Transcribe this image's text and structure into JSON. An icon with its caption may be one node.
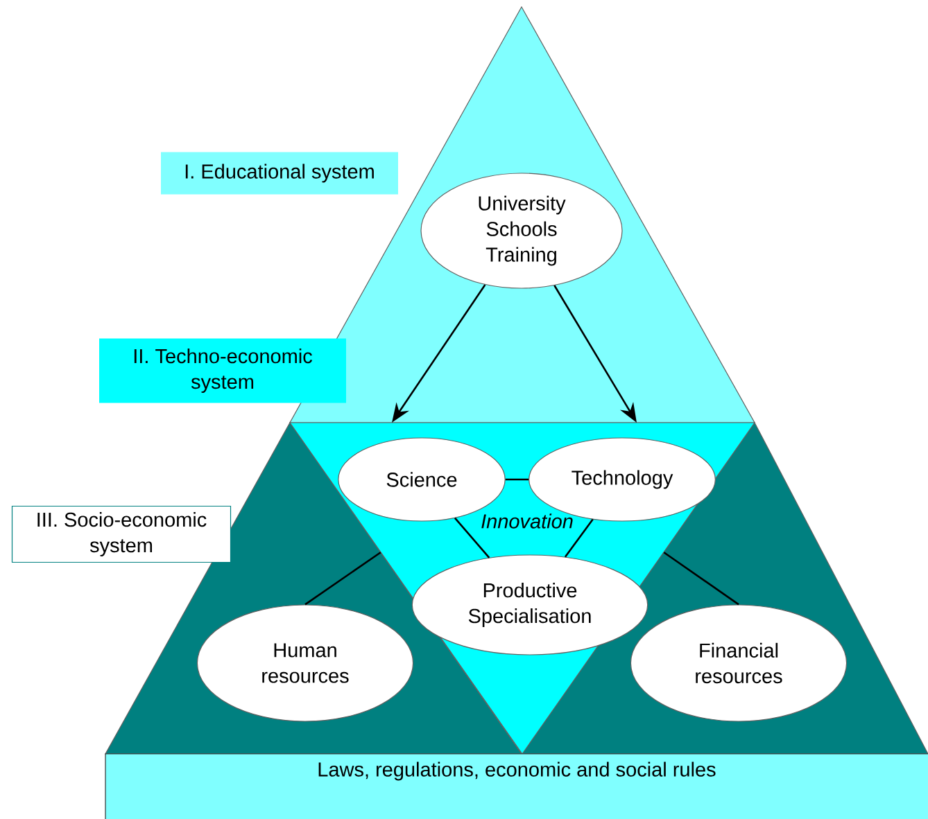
{
  "diagram": {
    "nodes": [
      {
        "text": [
          "I. Educational system"
        ]
      },
      {
        "text": [
          "University Schools Training"
        ]
      },
      {
        "text": [
          "II.  Techno-economic system"
        ]
      },
      {
        "text": [],
        "shape": "triangle"
      },
      {
        "text": [
          "Science"
        ],
        "in": 3
      },
      {
        "text": [
          "Technology"
        ],
        "in": 3
      },
      {
        "text": [
          "Productive Specialisation"
        ],
        "in": 3
      },
      {
        "text": [
          "III. Socio-economic system"
        ]
      },
      {
        "text": [
          "Human resources"
        ]
      },
      {
        "text": [
          "Financial resources"
        ]
      },
      {
        "text": [
          "Laws, regulations, economic and social rules"
        ]
      }
    ],
    "edges": [
      {
        "from": 1,
        "to": 3,
        "arrow": "to"
      },
      {
        "from": 1,
        "to": 3,
        "arrow": "to"
      },
      {
        "from": 4,
        "to": 5,
        "arrow": "none"
      },
      {
        "from": 4,
        "to": 6,
        "arrow": "none"
      },
      {
        "from": 5,
        "to": 6,
        "arrow": "none"
      },
      {
        "from": 8,
        "to": 3,
        "arrow": "none"
      },
      {
        "from": 9,
        "to": 3,
        "arrow": "none"
      }
    ],
    "labels": [
      "Innovation"
    ]
  }
}
